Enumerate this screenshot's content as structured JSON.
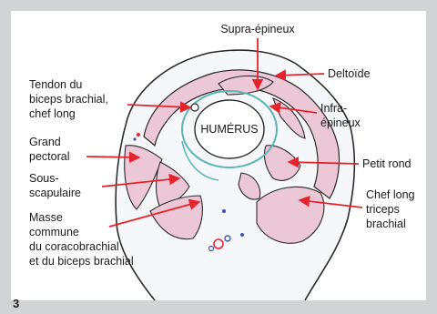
{
  "figure_number": "3",
  "center_label": "HUMÉRUS",
  "labels": {
    "supra_epineux": "Supra-épineux",
    "deltoide": "Deltoïde",
    "tendon_l1": "Tendon du",
    "tendon_l2": "biceps brachial,",
    "tendon_l3": "chef long",
    "infra_l1": "Infra-",
    "infra_l2": "épineux",
    "grand_l1": "Grand",
    "grand_l2": "pectoral",
    "petit_rond": "Petit rond",
    "sous_l1": "Sous-",
    "sous_l2": "scapulaire",
    "chef_l1": "Chef long",
    "chef_l2": "triceps",
    "chef_l3": "brachial",
    "masse_l1": "Masse",
    "masse_l2": "commune",
    "masse_l3": "du coracobrachial",
    "masse_l4": "et du biceps brachial"
  },
  "colors": {
    "frame": "#d2d3d5",
    "muscle": "#ecc7d6",
    "tissue": "#f6f7fa",
    "outline": "#2a2a2a",
    "arrow": "#e5232d",
    "tendon": "#5cb6b3"
  }
}
